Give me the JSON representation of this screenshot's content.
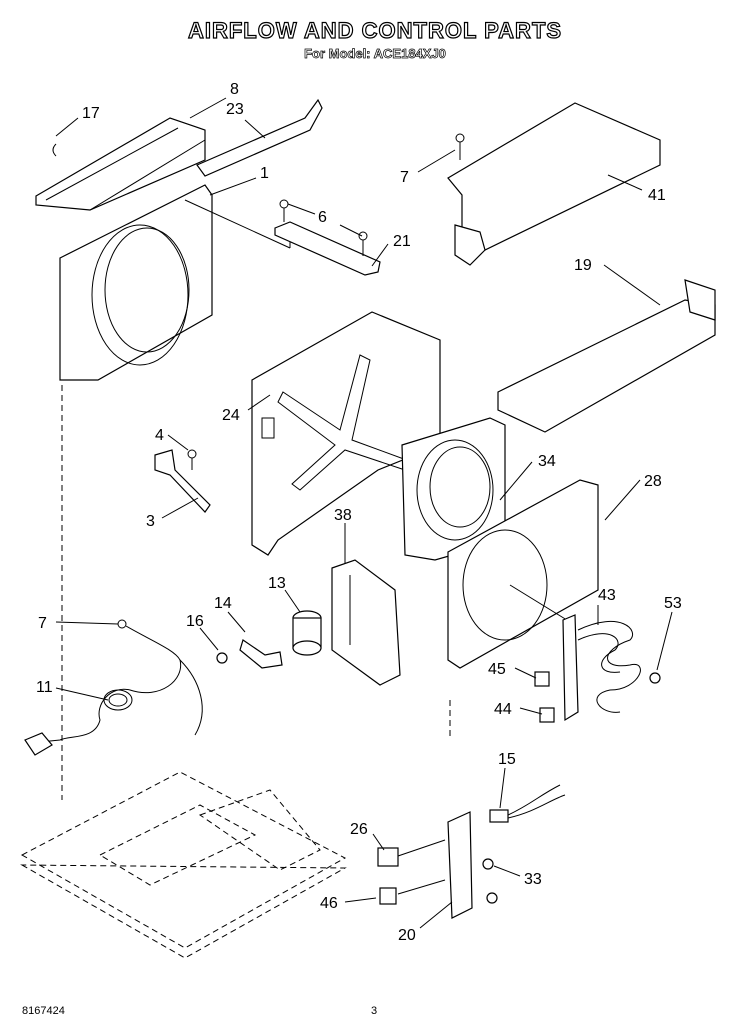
{
  "header": {
    "title": "AIRFLOW AND CONTROL PARTS",
    "subtitle": "For Model: ACE184XJ0"
  },
  "callouts": {
    "c1": "1",
    "c3": "3",
    "c4": "4",
    "c6": "6",
    "c7a": "7",
    "c7b": "7",
    "c8": "8",
    "c11": "11",
    "c13": "13",
    "c14": "14",
    "c15": "15",
    "c16": "16",
    "c17": "17",
    "c19": "19",
    "c20": "20",
    "c21": "21",
    "c23": "23",
    "c24": "24",
    "c26": "26",
    "c28": "28",
    "c33": "33",
    "c34": "34",
    "c38": "38",
    "c41": "41",
    "c43": "43",
    "c44": "44",
    "c45": "45",
    "c46": "46",
    "c53": "53"
  },
  "footer": {
    "doc_number": "8167424",
    "page_number": "3"
  }
}
